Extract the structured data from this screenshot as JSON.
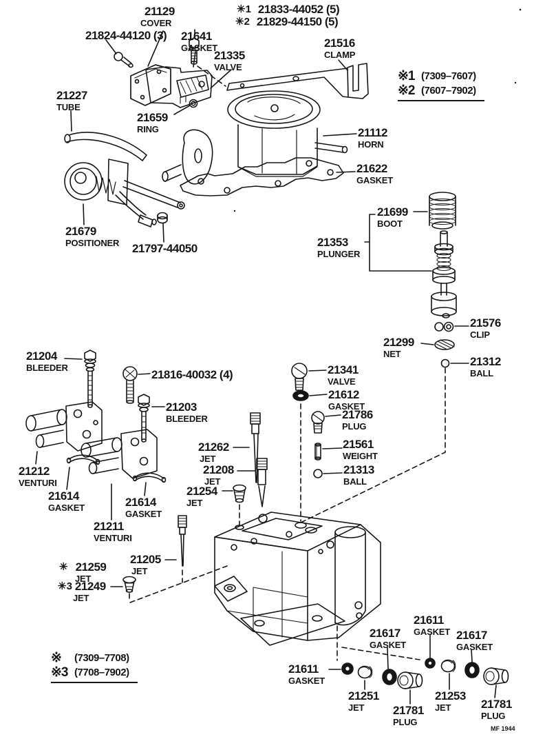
{
  "labels": [
    {
      "number": "21129",
      "caption": "COVER"
    },
    {
      "number": "21824-44120 (3)",
      "caption": ""
    },
    {
      "number": "21641",
      "caption": "GASKET"
    },
    {
      "number": "21335",
      "caption": "VALVE"
    },
    {
      "prefix": "✳1",
      "number": "21833-44052 (5)",
      "caption": ""
    },
    {
      "prefix": "✳2",
      "number": "21829-44150 (5)",
      "caption": ""
    },
    {
      "number": "21516",
      "caption": "CLAMP"
    },
    {
      "number": "21227",
      "caption": "TUBE"
    },
    {
      "number": "21659",
      "caption": "RING"
    },
    {
      "number": "21112",
      "caption": "HORN"
    },
    {
      "number": "21622",
      "caption": "GASKET"
    },
    {
      "number": "21679",
      "caption": "POSITIONER"
    },
    {
      "number": "21797-44050",
      "caption": ""
    },
    {
      "number": "21699",
      "caption": "BOOT"
    },
    {
      "number": "21353",
      "caption": "PLUNGER"
    },
    {
      "number": "21576",
      "caption": "CLIP"
    },
    {
      "number": "21299",
      "caption": "NET"
    },
    {
      "number": "21312",
      "caption": "BALL"
    },
    {
      "number": "21204",
      "caption": "BLEEDER"
    },
    {
      "number": "21816-40032 (4)",
      "caption": ""
    },
    {
      "number": "21203",
      "caption": "BLEEDER"
    },
    {
      "number": "21341",
      "caption": "VALVE"
    },
    {
      "number": "21612",
      "caption": "GASKET"
    },
    {
      "number": "21786",
      "caption": "PLUG"
    },
    {
      "number": "21561",
      "caption": "WEIGHT"
    },
    {
      "number": "21313",
      "caption": "BALL"
    },
    {
      "number": "21262",
      "caption": "JET"
    },
    {
      "number": "21208",
      "caption": "JET"
    },
    {
      "number": "21254",
      "caption": "JET"
    },
    {
      "number": "21212",
      "caption": "VENTURI"
    },
    {
      "number": "21614",
      "caption": "GASKET"
    },
    {
      "number": "21614",
      "caption": "GASKET"
    },
    {
      "number": "21211",
      "caption": "VENTURI"
    },
    {
      "number": "21205",
      "caption": "JET"
    },
    {
      "prefix": "✳",
      "number": "21259",
      "caption": "JET"
    },
    {
      "prefix": "✳3",
      "number": "21249",
      "caption": "JET"
    },
    {
      "number": "21611",
      "caption": "GASKET"
    },
    {
      "number": "21617",
      "caption": "GASKET"
    },
    {
      "number": "21617",
      "caption": "GASKET"
    },
    {
      "number": "21611",
      "caption": "GASKET"
    },
    {
      "number": "21251",
      "caption": "JET"
    },
    {
      "number": "21781",
      "caption": "PLUG"
    },
    {
      "number": "21253",
      "caption": "JET"
    },
    {
      "number": "21781",
      "caption": "PLUG"
    }
  ],
  "legend_top_right": {
    "rows": [
      {
        "symbol": "※1",
        "range": "(7309–7607)"
      },
      {
        "symbol": "※2",
        "range": "(7607–7902)"
      }
    ]
  },
  "legend_bottom_left": {
    "rows": [
      {
        "symbol": "※",
        "range": "(7309–7708)"
      },
      {
        "symbol": "※3",
        "range": "(7708–7902)"
      }
    ]
  },
  "footer_code": "MF 1944",
  "colors": {
    "ink": "#161616",
    "paper": "#ffffff"
  }
}
